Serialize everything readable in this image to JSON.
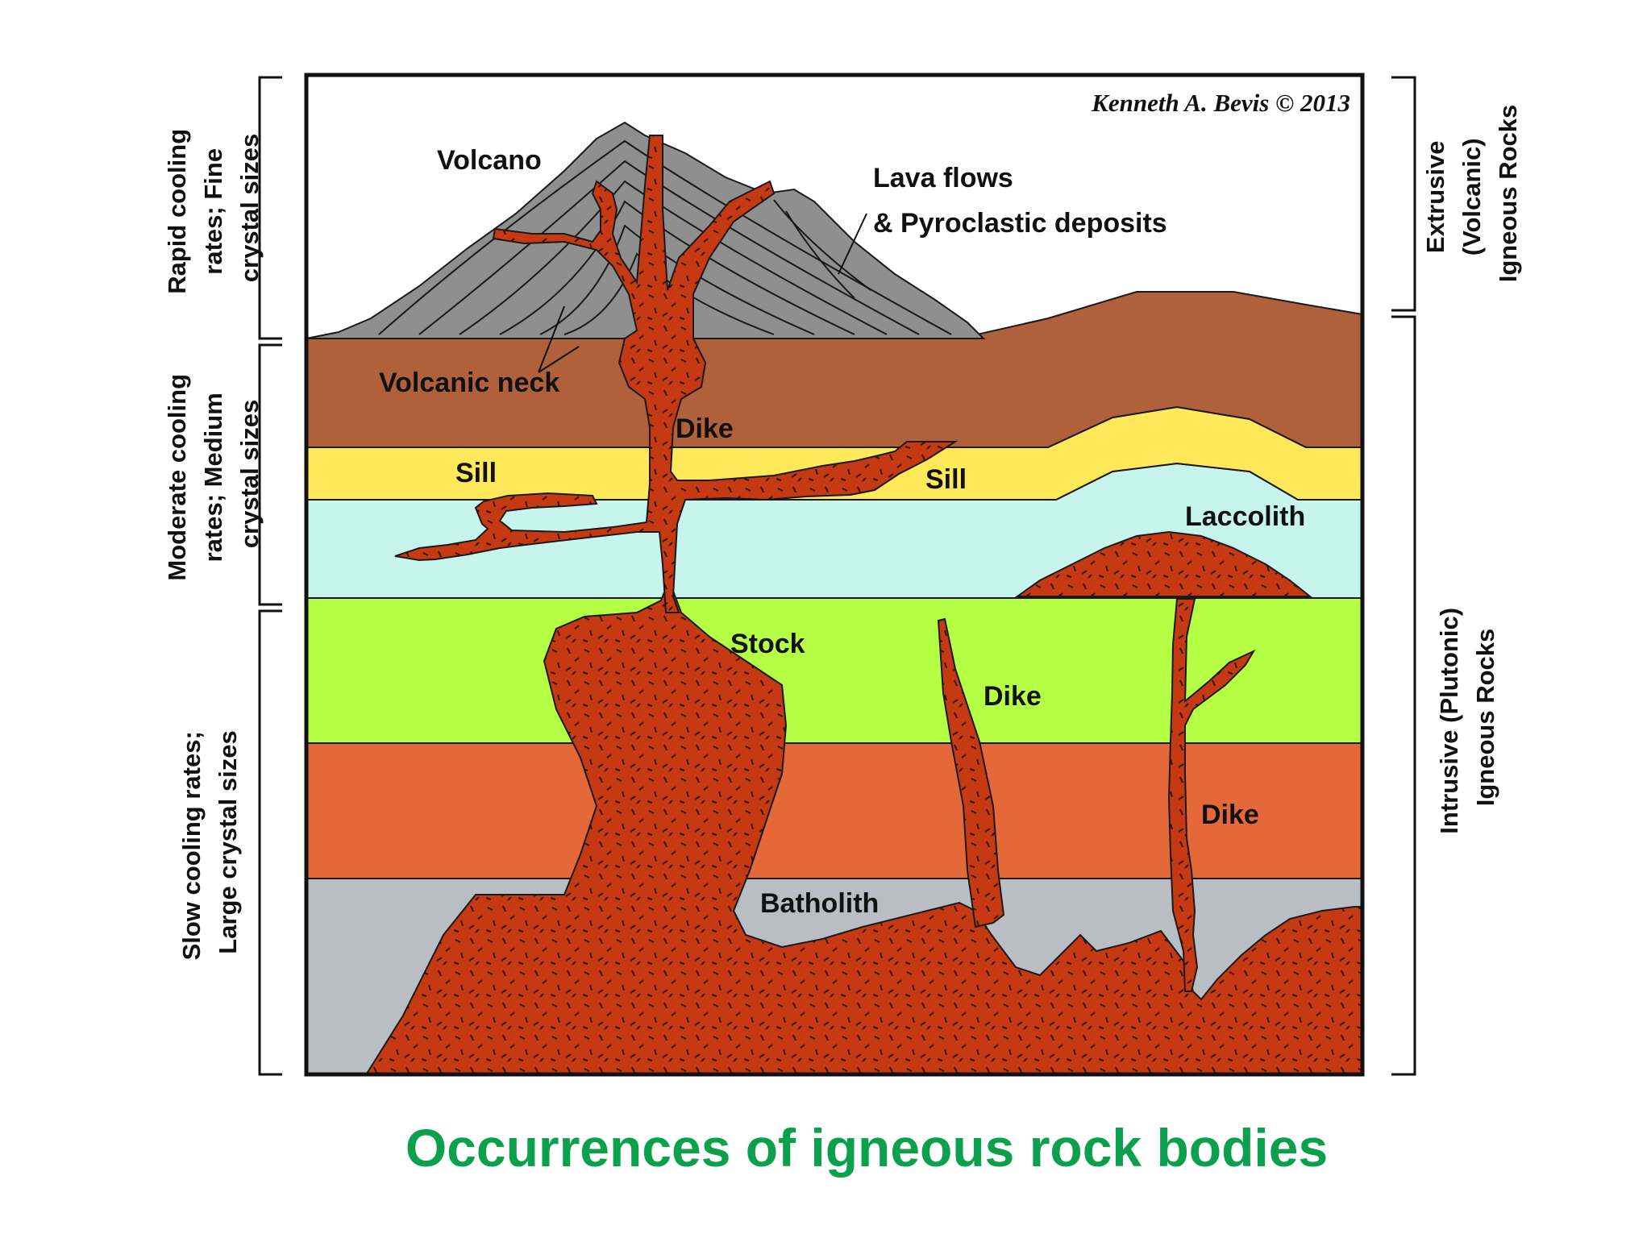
{
  "credit": "Kenneth A. Bevis © 2013",
  "labels": {
    "volcano": "Volcano",
    "lava_line1": "Lava flows",
    "lava_line2": "& Pyroclastic deposits",
    "volcanic_neck": "Volcanic neck",
    "dike_top": "Dike",
    "sill_left": "Sill",
    "sill_right": "Sill",
    "laccolith": "Laccolith",
    "stock": "Stock",
    "dike_middle": "Dike",
    "dike_right": "Dike",
    "batholith": "Batholith"
  },
  "left_brackets": {
    "top": [
      "Rapid cooling",
      "rates; Fine",
      "crystal sizes"
    ],
    "middle": [
      "Moderate cooling",
      "rates; Medium",
      "crystal sizes"
    ],
    "bottom": [
      "Slow cooling rates;",
      "Large crystal sizes"
    ]
  },
  "right_brackets": {
    "top": [
      "Extrusive",
      "(Volcanic)",
      "Igneous Rocks"
    ],
    "bottom": [
      "Intrusive (Plutonic)",
      "Igneous Rocks"
    ]
  },
  "caption": "Occurrences of igneous rock bodies",
  "colors": {
    "caption": "#0aa04c",
    "magma": "#c53a12",
    "layer_brown": "#b0603a",
    "layer_yellow": "#ffe85a",
    "layer_cyan": "#c8f4ee",
    "layer_green": "#b5ff44",
    "layer_orange": "#e5683a",
    "layer_gray": "#b8bec4",
    "volcano": "#8f8f8f"
  }
}
